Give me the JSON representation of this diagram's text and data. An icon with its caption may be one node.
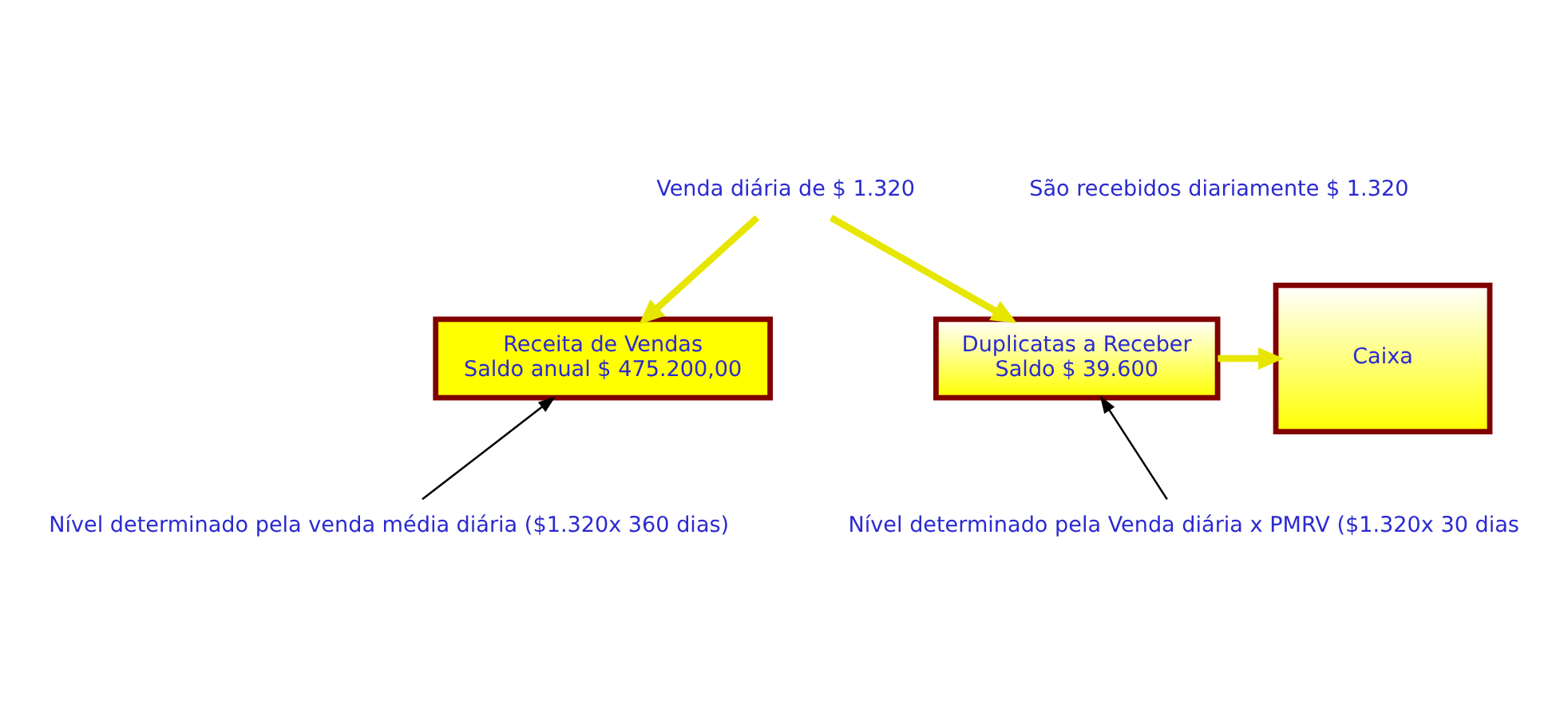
{
  "diagram": {
    "nodes": [
      {
        "text": [
          "Venda diária de $ 1.320"
        ]
      },
      {
        "text": [
          "Receita de Vendas",
          "Saldo anual $ 475.200,00"
        ]
      },
      {
        "text": [
          "Duplicatas a Receber",
          "Saldo $ 39.600"
        ]
      },
      {
        "text": [
          "Caixa"
        ]
      },
      {
        "text": [
          "Nível determinado pela venda média diária ($1.320x 360 dias)"
        ]
      },
      {
        "text": [
          "Nível determinado pela Venda diária x PMRV ($1.320x 30 dias"
        ]
      }
    ],
    "edges": [
      {
        "from": 0,
        "to": 1,
        "arrow": "to"
      },
      {
        "from": 0,
        "to": 2,
        "arrow": "to"
      },
      {
        "from": 2,
        "to": 3,
        "arrow": "to"
      },
      {
        "from": 4,
        "to": 1,
        "arrow": "to",
        "color": "#000000"
      },
      {
        "from": 5,
        "to": 2,
        "arrow": "to",
        "color": "#000000"
      }
    ],
    "labels": [
      "São recebidos diariamente $ 1.320"
    ]
  }
}
